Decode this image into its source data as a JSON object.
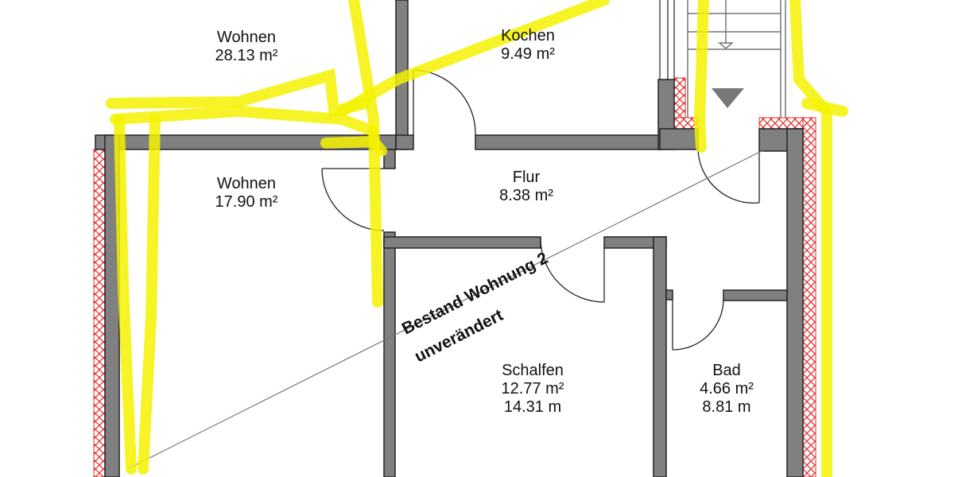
{
  "rooms": [
    {
      "name": "Wohnen",
      "area": "28.13 m²"
    },
    {
      "name": "Kochen",
      "area": "9.49 m²"
    },
    {
      "name": "Wohnen",
      "area": "17.90 m²"
    },
    {
      "name": "Flur",
      "area": "8.38 m²"
    },
    {
      "name": "Schalfen",
      "area": "12.77 m²",
      "perimeter": "14.31 m"
    },
    {
      "name": "Bad",
      "area": "4.66 m²",
      "perimeter": "8.81 m"
    }
  ],
  "annotation": {
    "line1": "Bestand Wohnung 2",
    "line2": "unverändert"
  },
  "colors": {
    "wall": "#808080",
    "insulation": "#e53030",
    "highlighter": "#f5f200"
  }
}
